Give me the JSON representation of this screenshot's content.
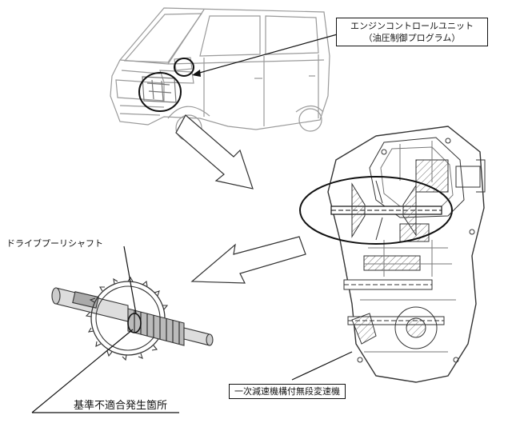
{
  "labels": {
    "ecu_line1": "エンジンコントロールユニット",
    "ecu_line2": "（油圧制御プログラム）",
    "drive_pulley_shaft": "ドライブプーリシャフト",
    "defect_location": "基準不適合発生箇所",
    "cvt": "一次減速機構付無段変速機"
  },
  "icons": {
    "vehicle": "kei-van-illustration",
    "transmission": "cvt-cross-section",
    "shaft": "drive-pulley-shaft-gear"
  }
}
